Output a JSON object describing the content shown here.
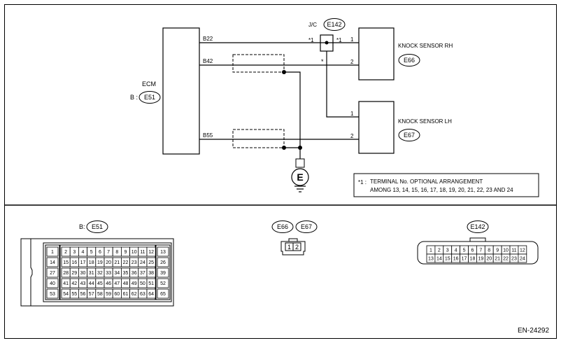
{
  "schematic": {
    "ecm_label": "ECM",
    "ecm_connector_prefix": "B :",
    "ecm_connector_id": "E51",
    "ecm_pins": [
      "B22",
      "B42",
      "B55"
    ],
    "jc_label": "J/C",
    "jc_connector_id": "E142",
    "jc_star_left": "*1",
    "jc_star_right": "*1",
    "jc_star_below": "*",
    "sensor_rh_label": "KNOCK SENSOR RH",
    "sensor_rh_id": "E66",
    "sensor_rh_pins": [
      "1",
      "2"
    ],
    "sensor_lh_label": "KNOCK SENSOR LH",
    "sensor_lh_id": "E67",
    "sensor_lh_pins": [
      "1",
      "2"
    ],
    "ground_label": "E"
  },
  "note": {
    "marker": "*1 :",
    "line1": "TERMINAL No. OPTIONAL ARRANGEMENT",
    "line2": "AMONG 13, 14, 15, 16, 17, 18, 19, 20, 21, 22, 23 AND 24"
  },
  "connectors": {
    "ecm": {
      "prefix": "B:",
      "id": "E51",
      "left_col": [
        "1",
        "14",
        "27",
        "40",
        "53"
      ],
      "right_col": [
        "13",
        "26",
        "39",
        "52",
        "65"
      ],
      "rows": [
        [
          "2",
          "3",
          "4",
          "5",
          "6",
          "7",
          "8",
          "9",
          "10",
          "11",
          "12"
        ],
        [
          "15",
          "16",
          "17",
          "18",
          "19",
          "20",
          "21",
          "22",
          "23",
          "24",
          "25"
        ],
        [
          "28",
          "29",
          "30",
          "31",
          "32",
          "33",
          "34",
          "35",
          "36",
          "37",
          "38"
        ],
        [
          "41",
          "42",
          "43",
          "44",
          "45",
          "46",
          "47",
          "48",
          "49",
          "50",
          "51"
        ],
        [
          "54",
          "55",
          "56",
          "57",
          "58",
          "59",
          "60",
          "61",
          "62",
          "63",
          "64"
        ]
      ]
    },
    "sensor": {
      "ids": [
        "E66",
        "E67"
      ],
      "pins": [
        "1",
        "2"
      ]
    },
    "jc": {
      "id": "E142",
      "rows": [
        [
          "1",
          "2",
          "3",
          "4",
          "5",
          "6",
          "7",
          "8",
          "9",
          "10",
          "11",
          "12"
        ],
        [
          "13",
          "14",
          "15",
          "16",
          "17",
          "18",
          "19",
          "20",
          "21",
          "22",
          "23",
          "24"
        ]
      ]
    }
  },
  "footer": {
    "code": "EN-24292"
  }
}
